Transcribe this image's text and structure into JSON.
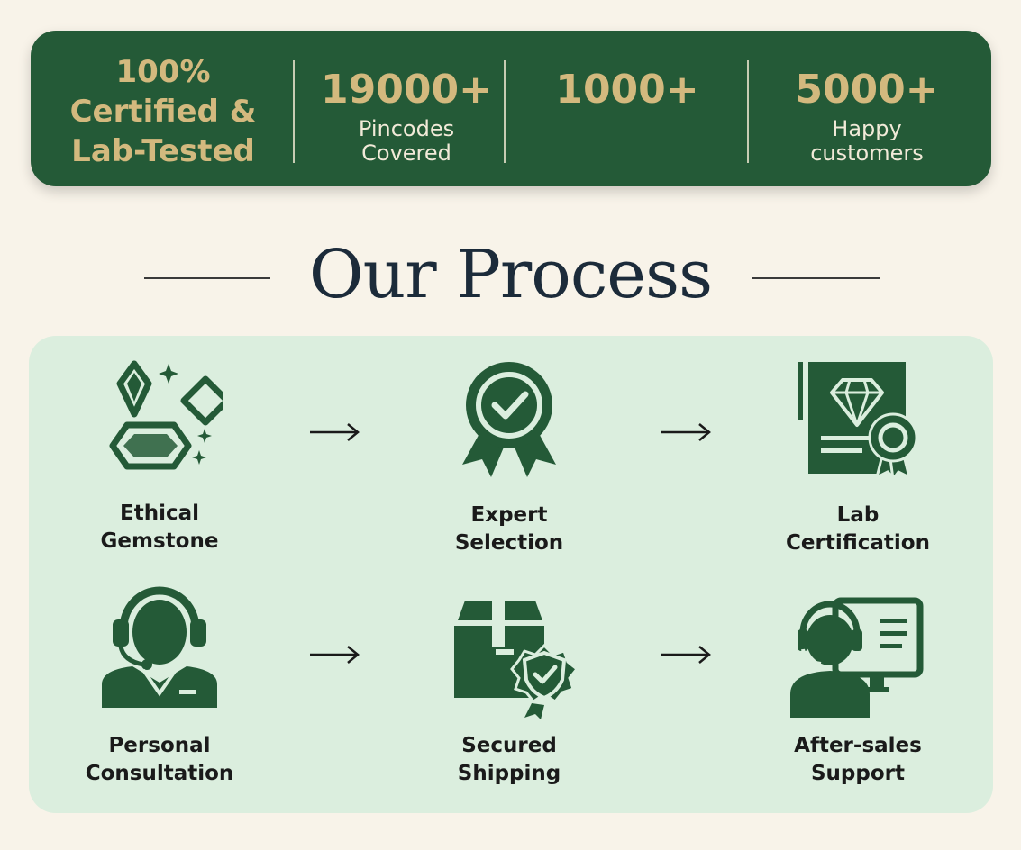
{
  "stats": [
    {
      "big": [
        "100%",
        "Certified &",
        "Lab-Tested"
      ],
      "small": []
    },
    {
      "big": [
        "19000+"
      ],
      "small": [
        "Pincodes",
        "Covered"
      ]
    },
    {
      "big": [
        "1000+"
      ],
      "small": []
    },
    {
      "big": [
        "5000+"
      ],
      "small": [
        "Happy",
        "customers"
      ]
    }
  ],
  "process": {
    "title": "Our Process",
    "steps": [
      {
        "label": [
          "Ethical",
          "Gemstone"
        ],
        "icon": "gemstones-icon"
      },
      {
        "label": [
          "Expert",
          "Selection"
        ],
        "icon": "award-badge-icon"
      },
      {
        "label": [
          "Lab",
          "Certification"
        ],
        "icon": "certificate-icon"
      },
      {
        "label": [
          "Personal",
          "Consultation"
        ],
        "icon": "consultant-headset-icon"
      },
      {
        "label": [
          "Secured",
          "Shipping"
        ],
        "icon": "secure-package-icon"
      },
      {
        "label": [
          "After-sales",
          "Support"
        ],
        "icon": "support-agent-icon"
      }
    ]
  },
  "colors": {
    "brand_green": "#245a37",
    "gold": "#d3b97e",
    "panel_mint": "#dbeede",
    "background": "#f8f3e9"
  }
}
